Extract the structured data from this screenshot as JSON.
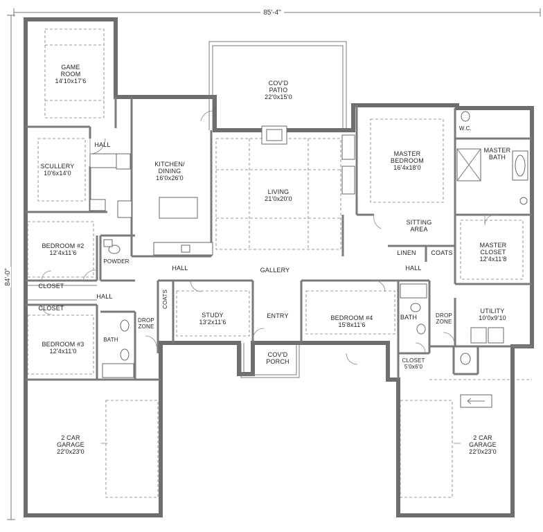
{
  "dimensions": {
    "width": "85'-4\"",
    "depth": "84'-0\""
  },
  "rooms": {
    "game_room": {
      "name": [
        "GAME",
        "ROOM"
      ],
      "size": "14'10x17'6"
    },
    "covd_patio": {
      "name": [
        "COV'D",
        "PATIO"
      ],
      "size": "22'0x15'0"
    },
    "hall_upper": {
      "name": [
        "HALL"
      ]
    },
    "scullery": {
      "name": [
        "SCULLERY"
      ],
      "size": "10'6x14'0"
    },
    "kitchen": {
      "name": [
        "KITCHEN/",
        "DINING"
      ],
      "size": "16'0x26'0"
    },
    "living": {
      "name": [
        "LIVING"
      ],
      "size": "21'0x20'0"
    },
    "master_bedroom": {
      "name": [
        "MASTER",
        "BEDROOM"
      ],
      "size": "16'4x18'0"
    },
    "wc": {
      "name": [
        "W.C."
      ]
    },
    "master_bath": {
      "name": [
        "MASTER",
        "BATH"
      ]
    },
    "sitting_area": {
      "name": [
        "SITTING",
        "AREA"
      ]
    },
    "bedroom2": {
      "name": [
        "BEDROOM #2"
      ],
      "size": "12'4x11'6"
    },
    "powder": {
      "name": [
        "POWDER"
      ]
    },
    "linen": {
      "name": [
        "LINEN"
      ]
    },
    "coats_right": {
      "name": [
        "COATS"
      ]
    },
    "hall_right": {
      "name": [
        "HALL"
      ]
    },
    "master_closet": {
      "name": [
        "MASTER",
        "CLOSET"
      ],
      "size": "12'4x11'8"
    },
    "hall_center": {
      "name": [
        "HALL"
      ]
    },
    "gallery": {
      "name": [
        "GALLERY"
      ]
    },
    "closet_upper": {
      "name": [
        "CLOSET"
      ]
    },
    "hall_left": {
      "name": [
        "HALL"
      ]
    },
    "coats_left": {
      "name": [
        "COATS"
      ]
    },
    "closet_lower": {
      "name": [
        "CLOSET"
      ]
    },
    "drop_zone_left": {
      "name": [
        "DROP",
        "ZONE"
      ]
    },
    "study": {
      "name": [
        "STUDY"
      ],
      "size": "13'2x11'6"
    },
    "entry": {
      "name": [
        "ENTRY"
      ]
    },
    "bedroom4": {
      "name": [
        "BEDROOM #4"
      ],
      "size": "15'8x11'6"
    },
    "bath_right": {
      "name": [
        "BATH"
      ]
    },
    "drop_zone_right": {
      "name": [
        "DROP",
        "ZONE"
      ]
    },
    "utility": {
      "name": [
        "UTILITY"
      ],
      "size": "10'0x9'10"
    },
    "bedroom3": {
      "name": [
        "BEDROOM #3"
      ],
      "size": "12'4x11'0"
    },
    "bath_left": {
      "name": [
        "BATH"
      ]
    },
    "covd_porch": {
      "name": [
        "COV'D",
        "PORCH"
      ]
    },
    "closet_right": {
      "name": [
        "CLOSET"
      ],
      "size": "5'0x6'0"
    },
    "garage_left": {
      "name": [
        "2 CAR",
        "GARAGE"
      ],
      "size": "22'0x23'0"
    },
    "garage_right": {
      "name": [
        "2 CAR",
        "GARAGE"
      ],
      "size": "22'0x23'0"
    }
  }
}
